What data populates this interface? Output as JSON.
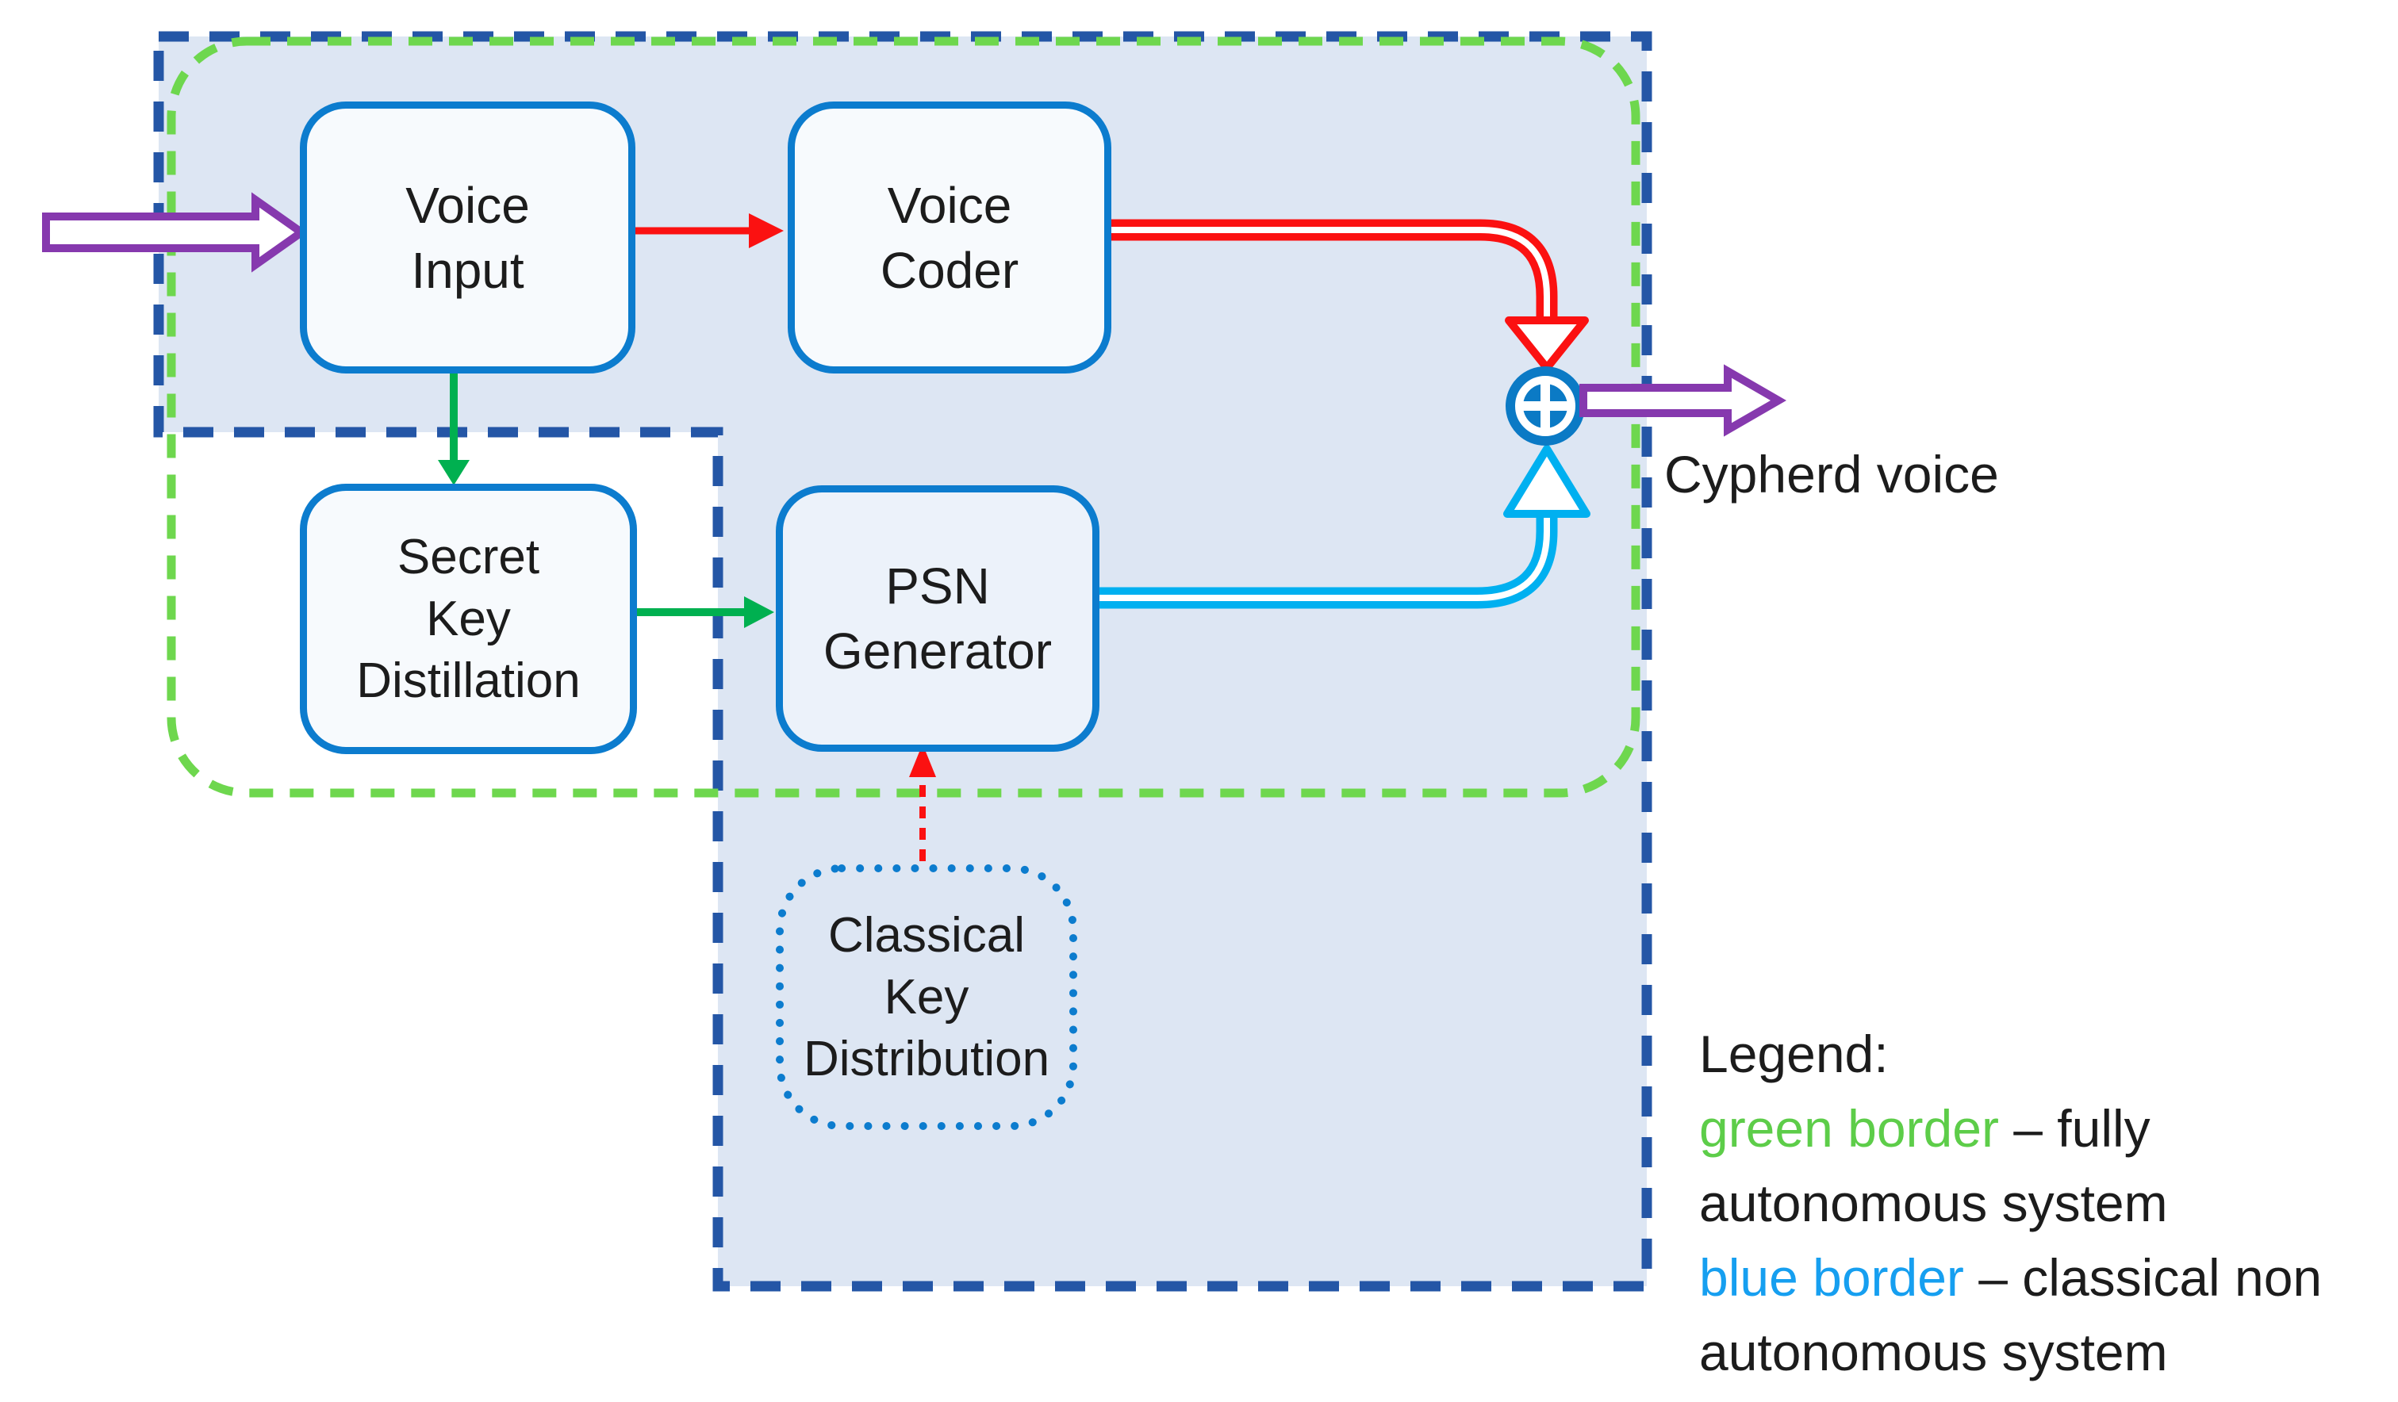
{
  "title_hint": "Voice encryption system block diagram",
  "nodes": {
    "voice_input": {
      "label": "Voice\nInput"
    },
    "voice_coder": {
      "label": "Voice\nCoder"
    },
    "secret_key": {
      "label": "Secret\nKey\nDistillation"
    },
    "psn_generator": {
      "label": "PSN\nGenerator"
    },
    "classical_key": {
      "label": "Classical\nKey\nDistribution"
    }
  },
  "labels": {
    "output": "Cypherd voice"
  },
  "legend": {
    "title": "Legend:",
    "green_term": "green border",
    "green_rest": " – fully",
    "line3": "autonomous system",
    "blue_term": "blue border",
    "blue_rest": " – classical non",
    "line5": "autonomous system"
  },
  "icons": {
    "xor": "xor-circled-plus"
  },
  "colors": {
    "region_fill": "#dde6f3",
    "outer_border_blue": "#2456a6",
    "inner_border_green": "#6ed74e",
    "node_border": "#0c7cce",
    "arrow_red": "#fb1111",
    "arrow_green": "#00b050",
    "arrow_cyan": "#00b0f0",
    "arrow_purple": "#8639ae",
    "xor_blue": "#0b7ac5",
    "legend_green": "#5dcd49",
    "legend_blue": "#169ff0",
    "text": "#1c1c1c"
  }
}
